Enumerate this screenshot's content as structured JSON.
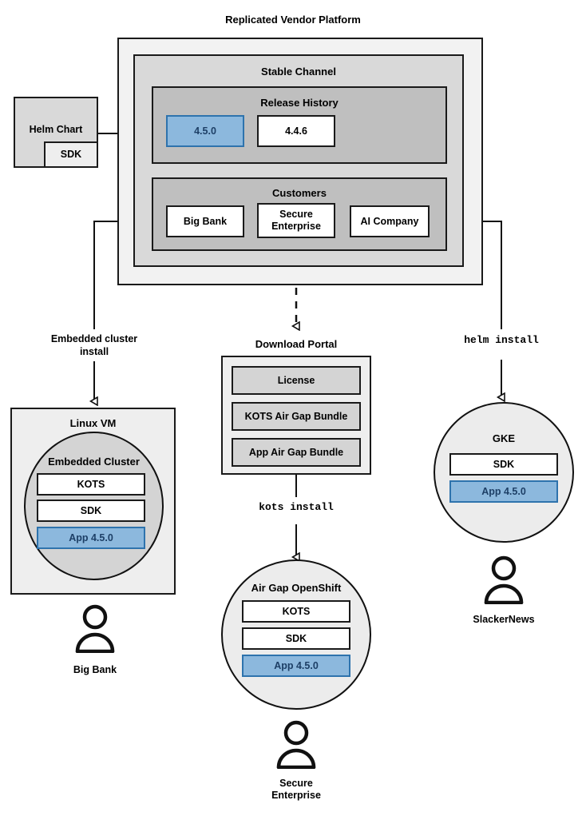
{
  "diagram": {
    "title": "Replicated Vendor Platform",
    "accent_blue_fill": "#8cb8dd",
    "accent_blue_border": "#2e73ad",
    "accent_blue_text": "#1d3f66"
  },
  "helm_chart": {
    "label": "Helm Chart",
    "sdk_label": "SDK"
  },
  "platform": {
    "title": "Replicated Vendor Platform",
    "channel": {
      "title": "Stable Channel",
      "release_history": {
        "title": "Release History",
        "releases": [
          {
            "version": "4.5.0",
            "highlighted": true
          },
          {
            "version": "4.4.6",
            "highlighted": false
          }
        ]
      },
      "customers": {
        "title": "Customers",
        "items": [
          {
            "name": "Big Bank"
          },
          {
            "name": "Secure\nEnterprise"
          },
          {
            "name": "AI Company"
          }
        ]
      }
    }
  },
  "edges": {
    "embedded_cluster_install": "Embedded cluster\ninstall",
    "kots_install": "kots install",
    "helm_install": "helm install"
  },
  "download_portal": {
    "title": "Download Portal",
    "items": [
      {
        "label": "License"
      },
      {
        "label": "KOTS Air Gap Bundle"
      },
      {
        "label": "App Air Gap Bundle"
      }
    ]
  },
  "linux_vm": {
    "title": "Linux VM",
    "cluster_title": "Embedded Cluster",
    "components": [
      {
        "label": "KOTS",
        "highlighted": false
      },
      {
        "label": "SDK",
        "highlighted": false
      },
      {
        "label": "App 4.5.0",
        "highlighted": true
      }
    ],
    "customer": "Big Bank"
  },
  "airgap_openshift": {
    "title": "Air Gap OpenShift",
    "components": [
      {
        "label": "KOTS",
        "highlighted": false
      },
      {
        "label": "SDK",
        "highlighted": false
      },
      {
        "label": "App 4.5.0",
        "highlighted": true
      }
    ],
    "customer": "Secure\nEnterprise"
  },
  "gke": {
    "title": "GKE",
    "components": [
      {
        "label": "SDK",
        "highlighted": false
      },
      {
        "label": "App 4.5.0",
        "highlighted": true
      }
    ],
    "customer": "SlackerNews"
  }
}
